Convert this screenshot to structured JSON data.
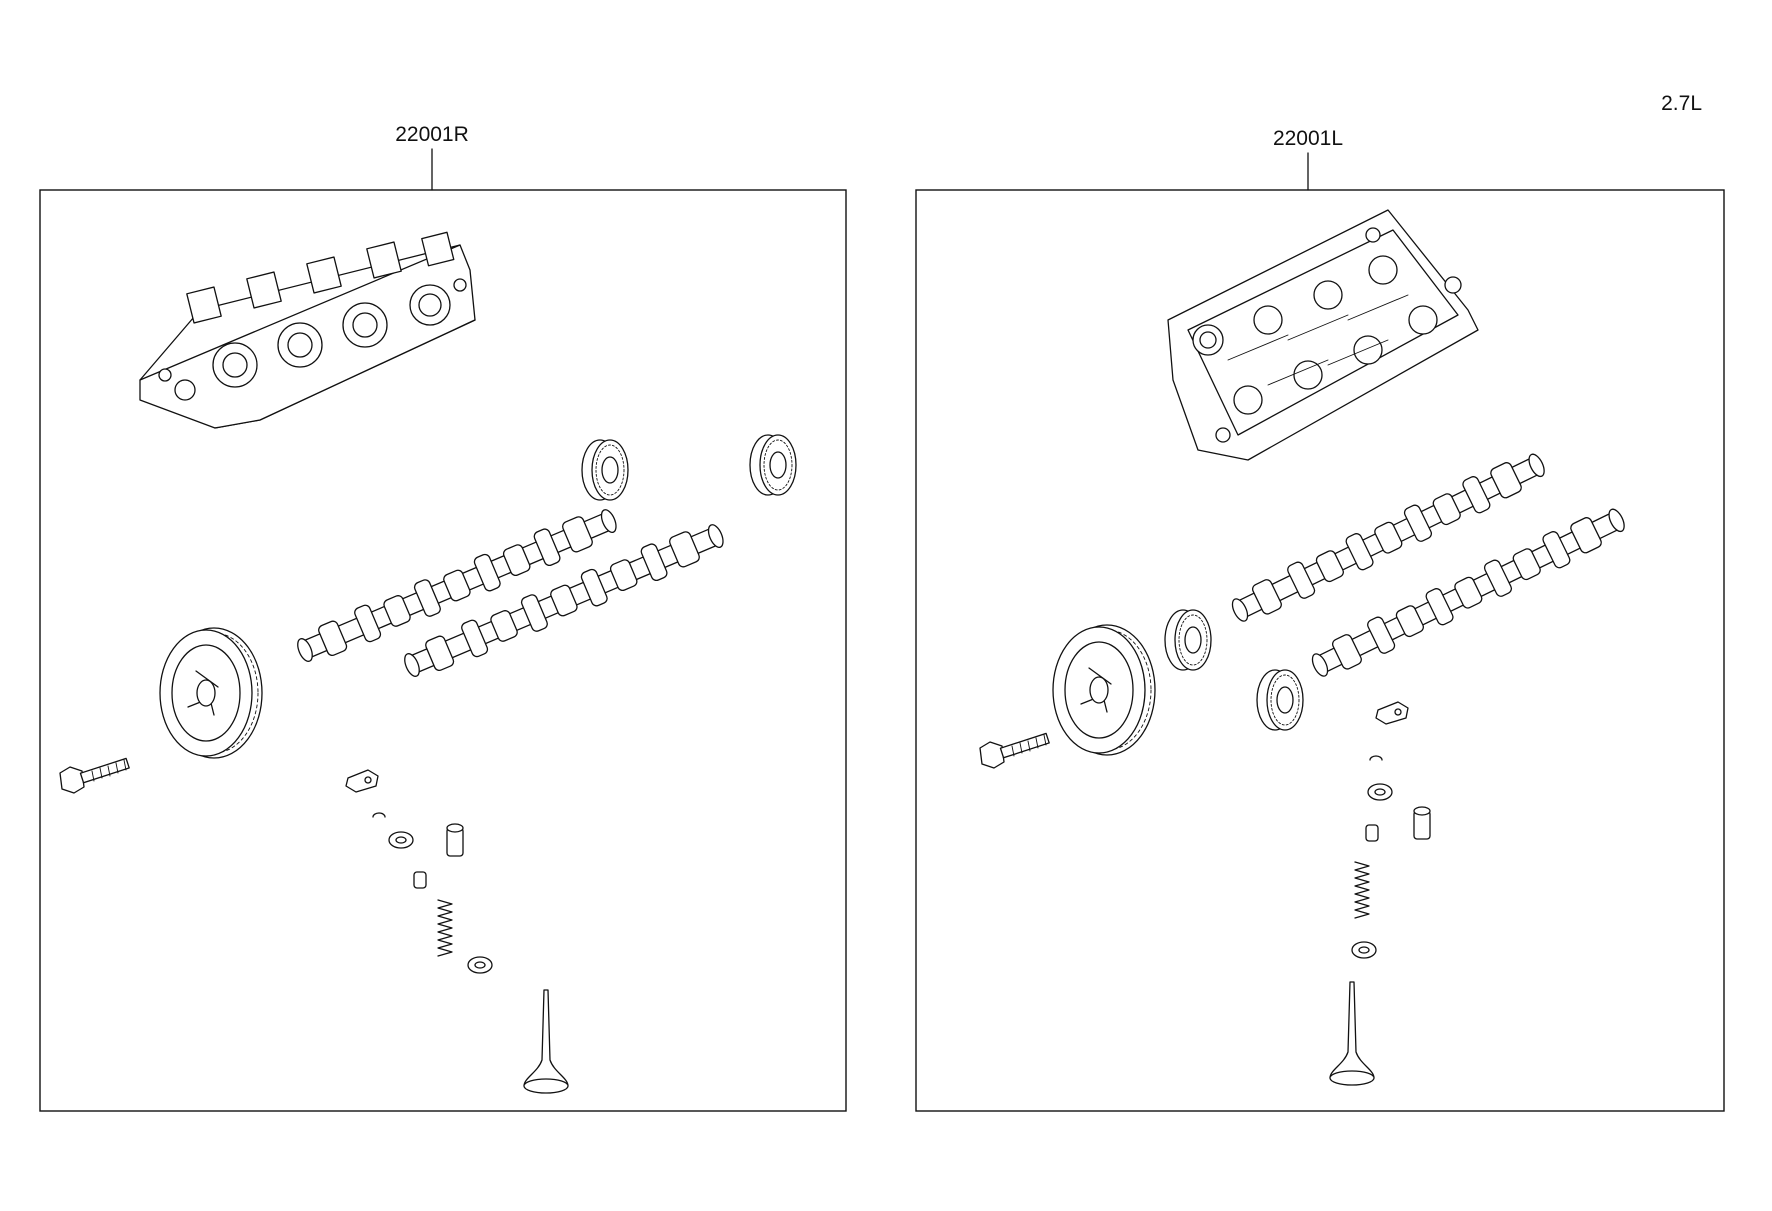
{
  "engine_label": "2.7L",
  "assemblies": [
    {
      "part_number": "22001R"
    },
    {
      "part_number": "22001L"
    }
  ]
}
